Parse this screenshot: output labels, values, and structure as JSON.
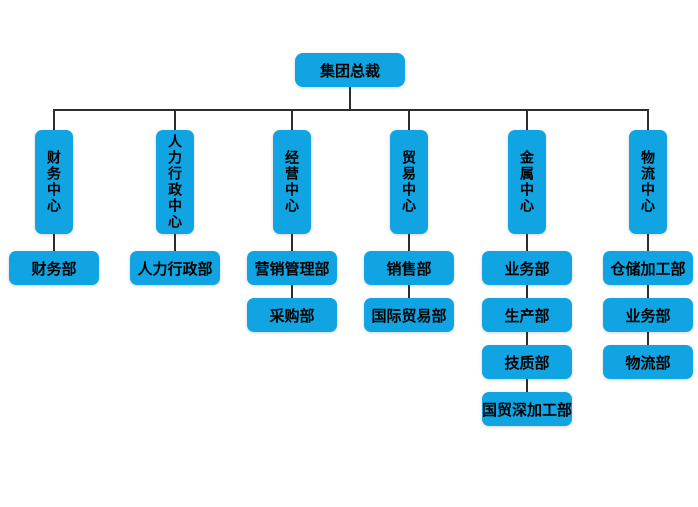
{
  "colors": {
    "box_fill": "#10a5e2",
    "box_text": "#000000",
    "connector": "#2d2d2d",
    "background": "#ffffff"
  },
  "root": {
    "label": "集团总裁"
  },
  "branches": [
    {
      "center": "财务中心",
      "departments": [
        "财务部"
      ]
    },
    {
      "center": "人力行政中心",
      "departments": [
        "人力行政部"
      ]
    },
    {
      "center": "经营中心",
      "departments": [
        "营销管理部",
        "采购部"
      ]
    },
    {
      "center": "贸易中心",
      "departments": [
        "销售部",
        "国际贸易部"
      ]
    },
    {
      "center": "金属中心",
      "departments": [
        "业务部",
        "生产部",
        "技质部",
        "国贸深加工部"
      ]
    },
    {
      "center": "物流中心",
      "departments": [
        "仓储加工部",
        "业务部",
        "物流部"
      ]
    }
  ]
}
